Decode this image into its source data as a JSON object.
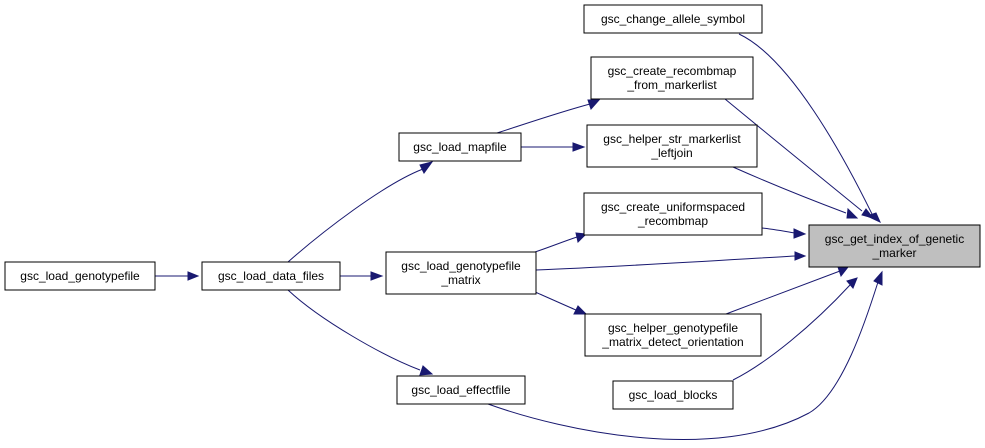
{
  "colors": {
    "edge": "#191970",
    "node_border": "#000000",
    "node_fill": "#ffffff",
    "focus_fill": "#bfbfbf"
  },
  "nodes": [
    {
      "id": "gsc_get_index_of_genetic_marker",
      "lines": [
        "gsc_get_index_of_genetic",
        "_marker"
      ],
      "focus": true
    },
    {
      "id": "gsc_change_allele_symbol",
      "lines": [
        "gsc_change_allele_symbol"
      ]
    },
    {
      "id": "gsc_create_recombmap_from_markerlist",
      "lines": [
        "gsc_create_recombmap",
        "_from_markerlist"
      ]
    },
    {
      "id": "gsc_helper_str_markerlist_leftjoin",
      "lines": [
        "gsc_helper_str_markerlist",
        "_leftjoin"
      ]
    },
    {
      "id": "gsc_create_uniformspaced_recombmap",
      "lines": [
        "gsc_create_uniformspaced",
        "_recombmap"
      ]
    },
    {
      "id": "gsc_helper_genotypefile_matrix_detect_orientation",
      "lines": [
        "gsc_helper_genotypefile",
        "_matrix_detect_orientation"
      ]
    },
    {
      "id": "gsc_load_blocks",
      "lines": [
        "gsc_load_blocks"
      ]
    },
    {
      "id": "gsc_load_mapfile",
      "lines": [
        "gsc_load_mapfile"
      ]
    },
    {
      "id": "gsc_load_genotypefile_matrix",
      "lines": [
        "gsc_load_genotypefile",
        "_matrix"
      ]
    },
    {
      "id": "gsc_load_effectfile",
      "lines": [
        "gsc_load_effectfile"
      ]
    },
    {
      "id": "gsc_load_data_files",
      "lines": [
        "gsc_load_data_files"
      ]
    },
    {
      "id": "gsc_load_genotypefile",
      "lines": [
        "gsc_load_genotypefile"
      ]
    }
  ],
  "edges": [
    {
      "from": "gsc_change_allele_symbol",
      "to": "gsc_get_index_of_genetic_marker"
    },
    {
      "from": "gsc_create_recombmap_from_markerlist",
      "to": "gsc_get_index_of_genetic_marker"
    },
    {
      "from": "gsc_helper_str_markerlist_leftjoin",
      "to": "gsc_get_index_of_genetic_marker"
    },
    {
      "from": "gsc_create_uniformspaced_recombmap",
      "to": "gsc_get_index_of_genetic_marker"
    },
    {
      "from": "gsc_load_genotypefile_matrix",
      "to": "gsc_get_index_of_genetic_marker"
    },
    {
      "from": "gsc_helper_genotypefile_matrix_detect_orientation",
      "to": "gsc_get_index_of_genetic_marker"
    },
    {
      "from": "gsc_load_blocks",
      "to": "gsc_get_index_of_genetic_marker"
    },
    {
      "from": "gsc_load_effectfile",
      "to": "gsc_get_index_of_genetic_marker"
    },
    {
      "from": "gsc_load_mapfile",
      "to": "gsc_create_recombmap_from_markerlist"
    },
    {
      "from": "gsc_load_mapfile",
      "to": "gsc_helper_str_markerlist_leftjoin"
    },
    {
      "from": "gsc_load_genotypefile_matrix",
      "to": "gsc_create_uniformspaced_recombmap"
    },
    {
      "from": "gsc_load_genotypefile_matrix",
      "to": "gsc_helper_genotypefile_matrix_detect_orientation"
    },
    {
      "from": "gsc_load_data_files",
      "to": "gsc_load_mapfile"
    },
    {
      "from": "gsc_load_data_files",
      "to": "gsc_load_genotypefile_matrix"
    },
    {
      "from": "gsc_load_data_files",
      "to": "gsc_load_effectfile"
    },
    {
      "from": "gsc_load_genotypefile",
      "to": "gsc_load_data_files"
    }
  ]
}
